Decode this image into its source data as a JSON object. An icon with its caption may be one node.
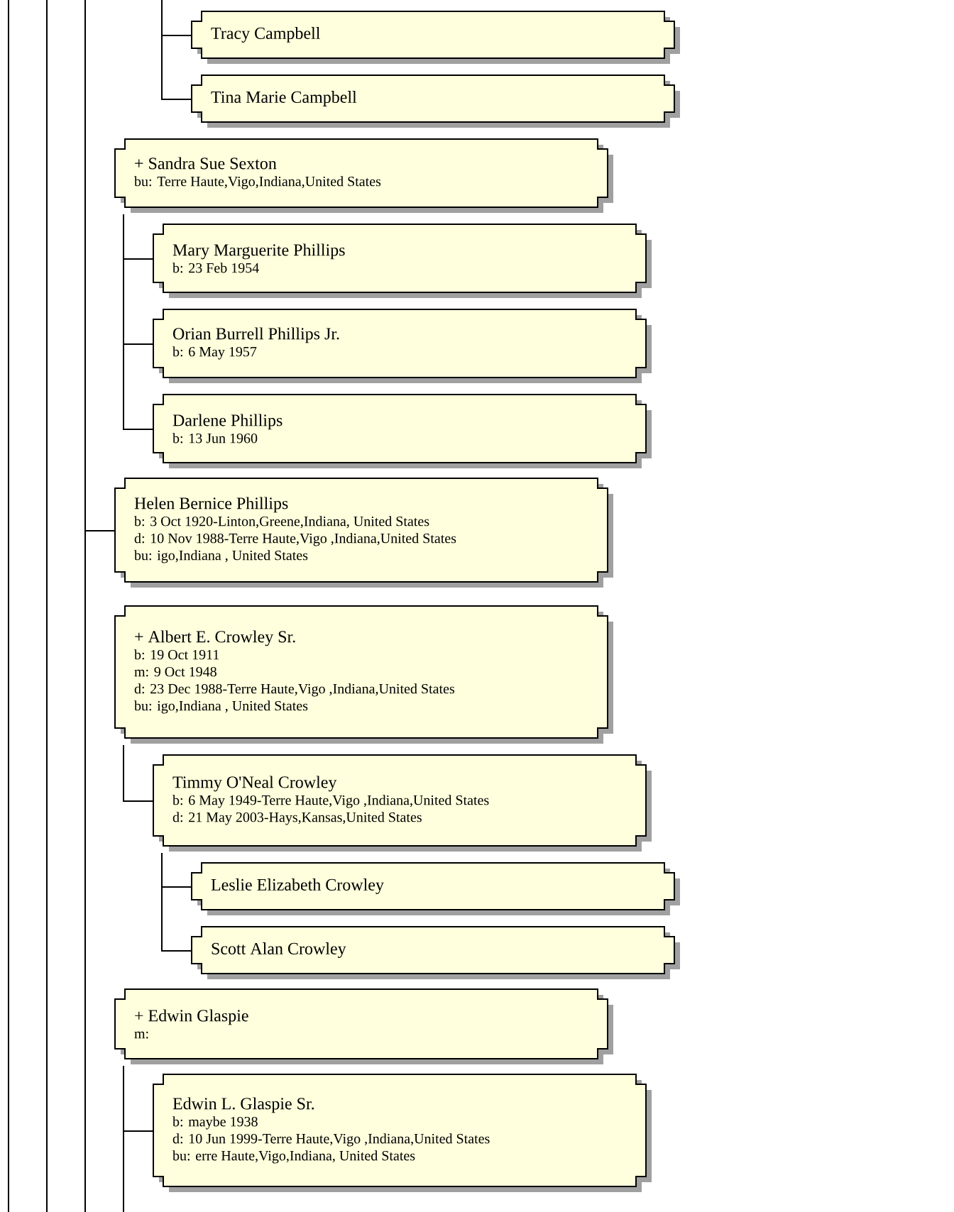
{
  "diagram": {
    "nodes": [
      {
        "text": [
          "Tracy Campbell"
        ]
      },
      {
        "text": [
          "Tina Marie Campbell"
        ]
      },
      {
        "text": [
          "+ Sandra Sue Sexton",
          "bu: Terre Haute,Vigo,Indiana,United States"
        ]
      },
      {
        "text": [
          "Mary Marguerite Phillips",
          "b: 23 Feb 1954"
        ]
      },
      {
        "text": [
          "Orian Burrell Phillips Jr.",
          "b: 6 May 1957"
        ]
      },
      {
        "text": [
          "Darlene Phillips",
          "b: 13 Jun 1960"
        ]
      },
      {
        "text": [
          "Helen Bernice Phillips",
          "b: 3 Oct 1920-Linton,Greene,Indiana, United States",
          "d: 10 Nov 1988-Terre Haute,Vigo ,Indiana,United States",
          "bu: igo,Indiana , United States"
        ]
      },
      {
        "text": [
          "+ Albert E. Crowley Sr.",
          "b: 19 Oct 1911",
          "m: 9 Oct 1948",
          "d: 23 Dec 1988-Terre Haute,Vigo ,Indiana,United States",
          "bu: igo,Indiana , United States"
        ]
      },
      {
        "text": [
          "Timmy O'Neal Crowley",
          "b: 6 May 1949-Terre Haute,Vigo ,Indiana,United States",
          "d: 21 May 2003-Hays,Kansas,United States"
        ]
      },
      {
        "text": [
          "Leslie Elizabeth Crowley"
        ]
      },
      {
        "text": [
          "Scott Alan Crowley"
        ]
      },
      {
        "text": [
          "+ Edwin Glaspie",
          "m:"
        ]
      },
      {
        "text": [
          "Edwin L. Glaspie Sr.",
          "b: maybe 1938",
          "d: 10 Jun 1999-Terre Haute,Vigo ,Indiana,United States",
          "bu: erre Haute,Vigo,Indiana, United States"
        ]
      }
    ],
    "edges": [
      {
        "from": null,
        "to": 0,
        "arrow": "none"
      },
      {
        "from": null,
        "to": 1,
        "arrow": "none"
      },
      {
        "from": 2,
        "to": 3,
        "arrow": "none"
      },
      {
        "from": 2,
        "to": 4,
        "arrow": "none"
      },
      {
        "from": 2,
        "to": 5,
        "arrow": "none"
      },
      {
        "from": null,
        "to": 6,
        "arrow": "none"
      },
      {
        "from": 7,
        "to": 8,
        "arrow": "none"
      },
      {
        "from": 8,
        "to": 9,
        "arrow": "none"
      },
      {
        "from": 8,
        "to": 10,
        "arrow": "none"
      },
      {
        "from": 11,
        "to": 12,
        "arrow": "none"
      }
    ]
  }
}
